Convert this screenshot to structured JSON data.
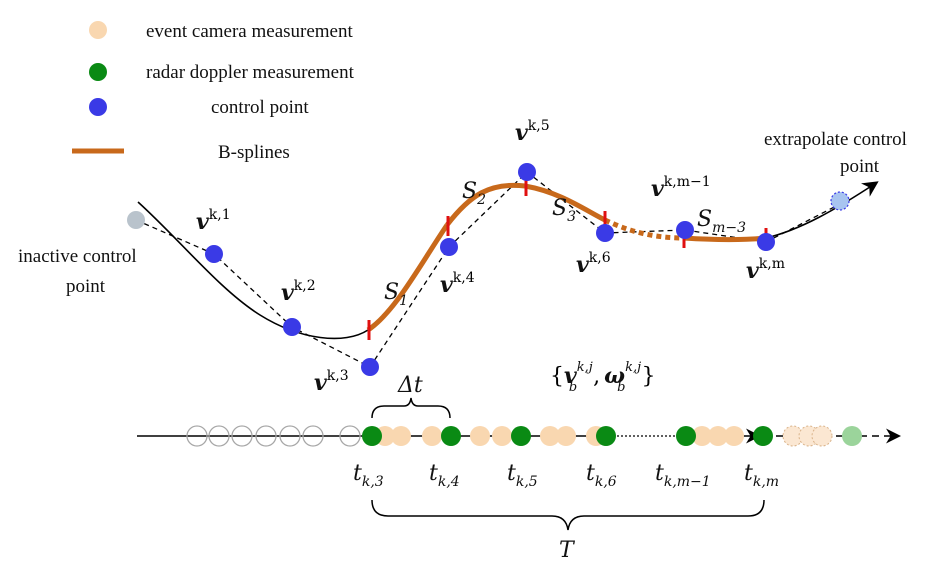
{
  "legend": {
    "event_camera": "event camera measurement",
    "radar_doppler": "radar doppler measurement",
    "control_point": "control point",
    "bsplines": "B-splines"
  },
  "labels": {
    "inactive_line1": "inactive control",
    "inactive_line2": "point",
    "extrapolate_line1": "extrapolate control",
    "extrapolate_line2": "point",
    "v_symbol": "v",
    "v1_sup": "k,1",
    "v2_sup": "k,2",
    "v3_sup": "k,3",
    "v4_sup": "k,4",
    "v5_sup": "k,5",
    "v6_sup": "k,6",
    "vm1_sup": "k,m−1",
    "vm_sup": "k,m",
    "s1": "S",
    "s1_sub": "1",
    "s2": "S",
    "s2_sub": "2",
    "s3": "S",
    "s3_sub": "3",
    "sm3": "S",
    "sm3_sub": "m−3",
    "delta_t": "Δt",
    "total_T": "T",
    "t_symbol": "t",
    "t3_sub": "k,3",
    "t4_sub": "k,4",
    "t5_sub": "k,5",
    "t6_sub": "k,6",
    "tm1_sub": "k,m−1",
    "tm_sub": "k,m",
    "set_open": "{",
    "set_v": "v",
    "set_comma": ",",
    "set_w": "ω",
    "set_b": "b",
    "set_kj": "k,j",
    "set_close": "}"
  },
  "colors": {
    "event_camera": "#f9d7b0",
    "radar_doppler": "#0a8a14",
    "control_point": "#3a3ae6",
    "bspline": "#c8691b",
    "knot": "#e01010",
    "inactive": "#b9c3cc",
    "extrapolated": "#a8c4f0"
  }
}
